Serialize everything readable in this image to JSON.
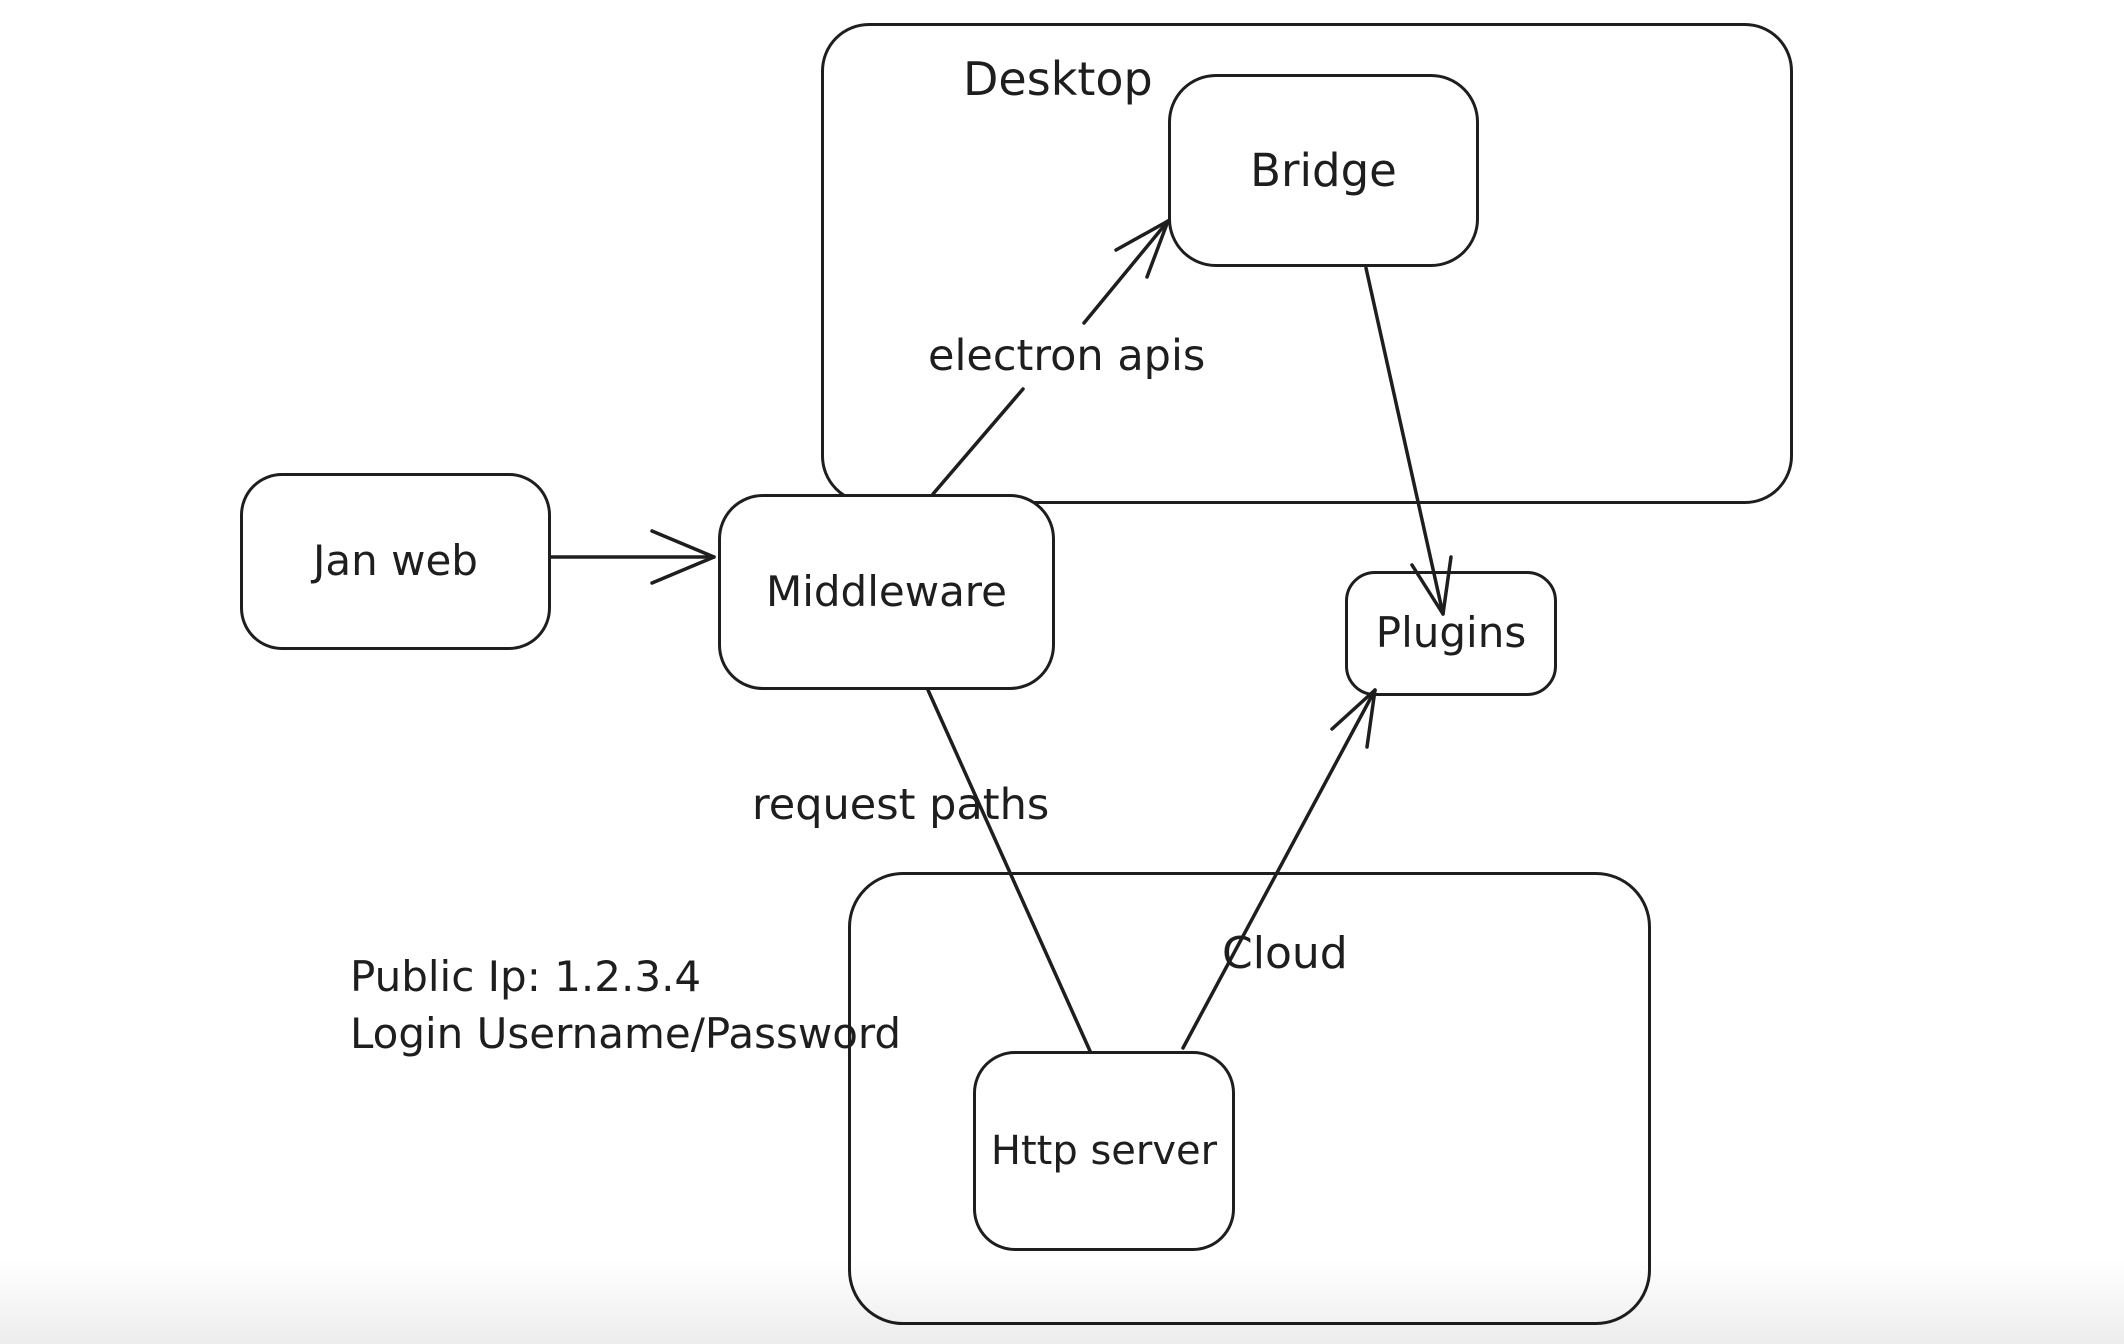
{
  "canvas": {
    "background": "#ffffff",
    "stroke_color": "#1e1e1e",
    "text_color": "#1e1e1e"
  },
  "containers": [
    {
      "id": "desktop",
      "label": "Desktop"
    },
    {
      "id": "cloud",
      "label": "Cloud"
    }
  ],
  "nodes": [
    {
      "id": "jan-web",
      "label": "Jan web"
    },
    {
      "id": "middleware",
      "label": "Middleware"
    },
    {
      "id": "bridge",
      "label": "Bridge"
    },
    {
      "id": "plugins",
      "label": "Plugins"
    },
    {
      "id": "http-server",
      "label": "Http server"
    }
  ],
  "edge_labels": [
    {
      "label": "electron apis"
    },
    {
      "label": "request paths"
    }
  ],
  "annotation": {
    "line1": "Public Ip: 1.2.3.4",
    "line2": "Login Username/Password"
  },
  "diagram_data": {
    "type": "flow-diagram",
    "edges": [
      {
        "from": "Jan web",
        "to": "Middleware",
        "arrow": true,
        "label": ""
      },
      {
        "from": "Middleware",
        "to": "Bridge",
        "arrow": true,
        "label": "electron apis"
      },
      {
        "from": "Bridge",
        "to": "Plugins",
        "arrow": true,
        "label": ""
      },
      {
        "from": "Middleware",
        "to": "Http server",
        "arrow": false,
        "label": "request paths"
      },
      {
        "from": "Http server",
        "to": "Plugins",
        "arrow": true,
        "label": ""
      }
    ],
    "groups": [
      {
        "container": "Desktop",
        "contains": [
          "Bridge"
        ]
      },
      {
        "container": "Cloud",
        "contains": [
          "Http server"
        ]
      }
    ]
  }
}
